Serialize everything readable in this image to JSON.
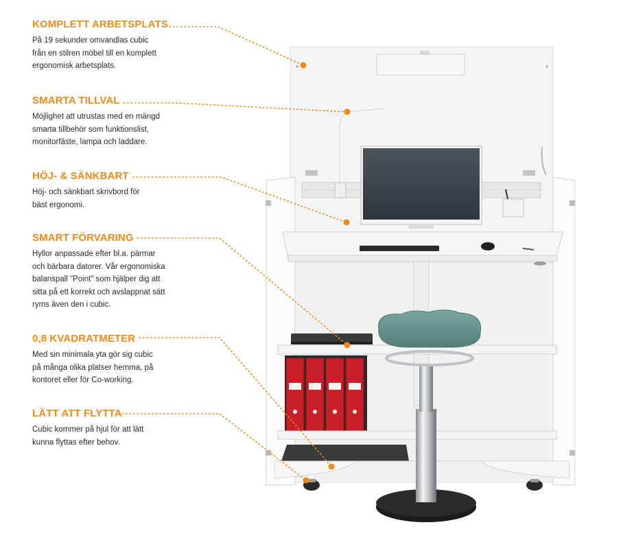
{
  "features": [
    {
      "heading": "KOMPLETT ARBETSPLATS",
      "lines": [
        "På 19 sekunder omvandlas cubic",
        "från en stilren möbel till en komplett",
        "ergonomisk arbetsplats."
      ]
    },
    {
      "heading": "SMARTA TILLVAL",
      "lines": [
        "Möjlighet att utrustas med en mängd",
        "smarta tillbehör som funktionslist,",
        "monitorfäste, lampa och laddare."
      ]
    },
    {
      "heading": "HÖJ- & SÄNKBART",
      "lines": [
        "Höj- och sänkbart skrivbord för",
        "bäst ergonomi."
      ]
    },
    {
      "heading": "SMART FÖRVARING",
      "lines": [
        "Hyllor anpassade efter bl.a. pärmar",
        "och bärbara datorer.  Vår ergonomiska",
        "balanspall \"Point\" som hjälper dig att",
        "sitta på ett korrekt och avslappnat sätt",
        "ryms även den i cubic."
      ]
    },
    {
      "heading": "0,8 KVADRATMETER",
      "lines": [
        "Med sin minimala yta gör sig cubic",
        "på många olika platser hemma, på",
        "kontoret eller för Co-working."
      ]
    },
    {
      "heading": "LÄTT ATT FLYTTA",
      "lines": [
        "Cubic kommer på hjul för att lätt",
        "kunna flyttas efter behov."
      ]
    }
  ],
  "colors": {
    "accent": "#f08a1c",
    "text": "#2a2a2a",
    "binder": "#c8202a",
    "seat": "#6e9a93"
  },
  "product_image": "cubic-workstation-cabinet-illustration"
}
